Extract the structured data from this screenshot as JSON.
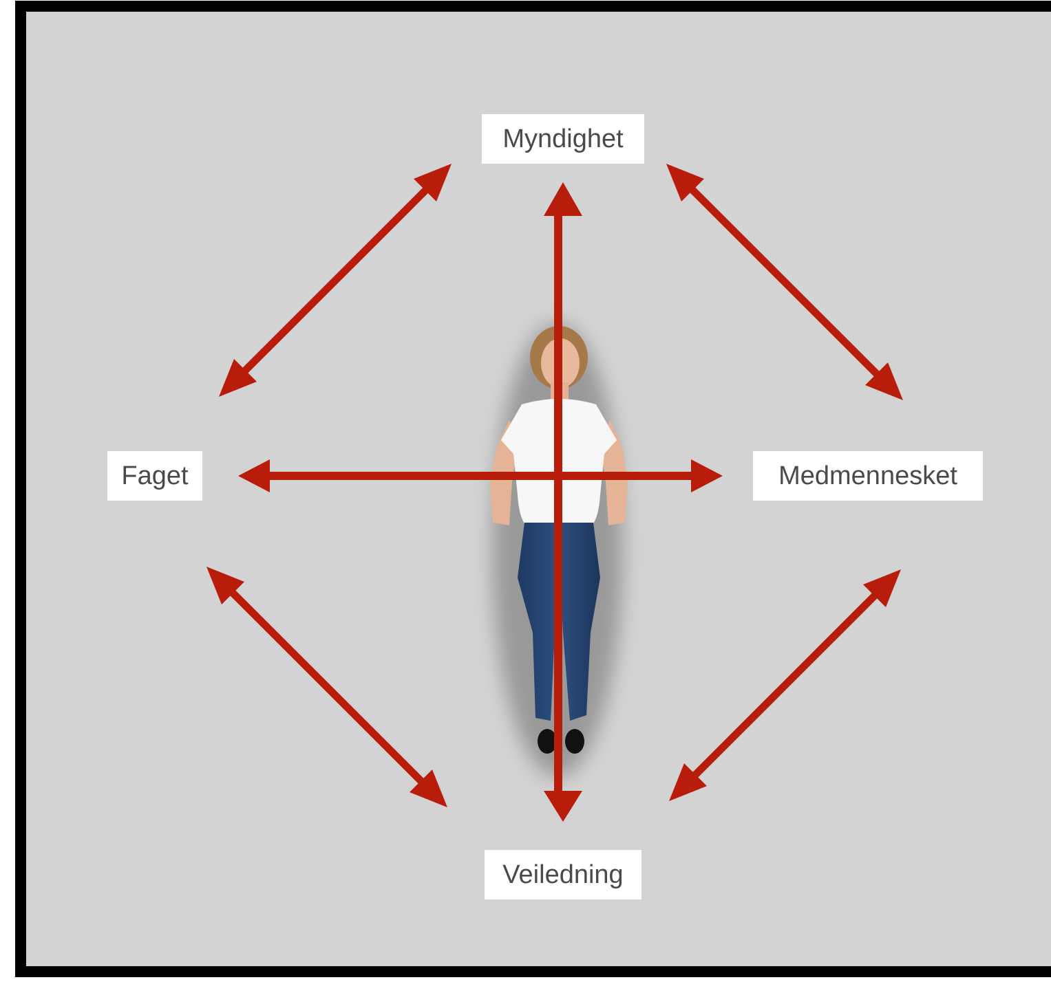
{
  "diagram": {
    "nodes": {
      "top": "Myndighet",
      "left": "Faget",
      "right": "Medmennesket",
      "bottom": "Veiledning"
    },
    "connections": [
      {
        "from": "Faget",
        "to": "Myndighet",
        "bidirectional": true
      },
      {
        "from": "Myndighet",
        "to": "Medmennesket",
        "bidirectional": true
      },
      {
        "from": "Faget",
        "to": "Veiledning",
        "bidirectional": true
      },
      {
        "from": "Medmennesket",
        "to": "Veiledning",
        "bidirectional": true
      },
      {
        "from": "Faget",
        "to": "Medmennesket",
        "bidirectional": true
      },
      {
        "from": "Myndighet",
        "to": "Veiledning",
        "bidirectional": true
      }
    ],
    "central_figure": "standing-woman-photo"
  },
  "colors": {
    "background": "#d3d3d3",
    "frame": "#000000",
    "arrow": "#b81c0b",
    "label_bg": "#ffffff",
    "label_text": "#4a4a4a"
  }
}
